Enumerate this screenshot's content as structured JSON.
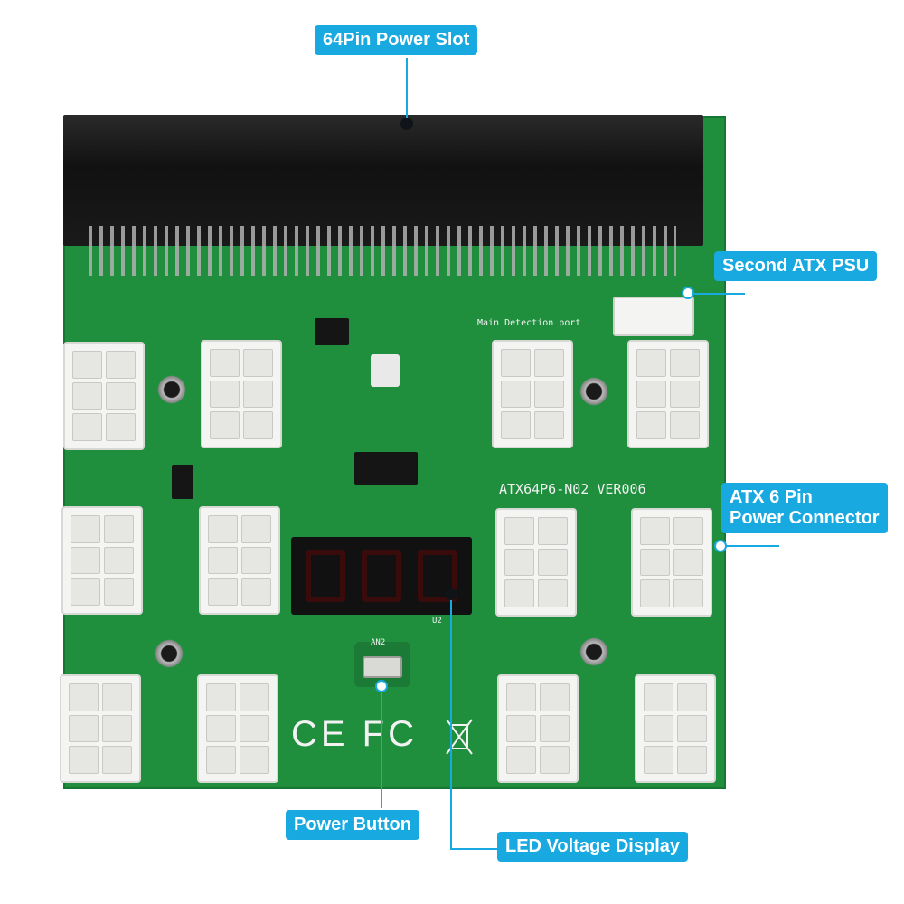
{
  "callouts": {
    "slot": "64Pin Power Slot",
    "psu": "Second ATX PSU",
    "connector": "ATX 6 Pin\nPower Connector",
    "button": "Power Button",
    "display": "LED Voltage Display"
  },
  "board": {
    "model": "ATX64P6-N02 VER006",
    "detection_port": "Main Detection port",
    "button_ref": "AN2",
    "display_ref": "U2",
    "cert_marks": "CE FC"
  },
  "colors": {
    "callout": "#19a9e1",
    "pcb": "#1f8f3e"
  },
  "connector_count": 12
}
